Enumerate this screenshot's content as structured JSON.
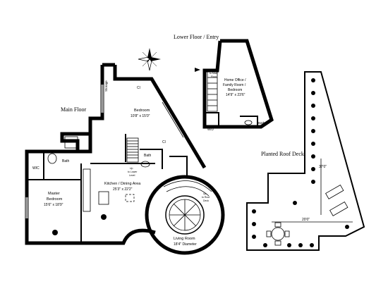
{
  "titles": {
    "main_floor": "Main Floor",
    "lower_floor": "Lower Floor / Entry",
    "roof_deck": "Planted Roof Deck"
  },
  "rooms": {
    "storage": "Storage",
    "cl_top": "Cl",
    "cl_mid": "Cl",
    "bedroom_name": "Bedroom",
    "bedroom_dims": "10'8\" x 15'0\"",
    "bath_main": "Bath",
    "bath_master": "Bath",
    "wic": "WIC",
    "master_name": "Master",
    "master_name2": "Bedroom",
    "master_dims": "15'6\" x 18'9\"",
    "kitchen_name": "Kitchen / Dining Area",
    "kitchen_dims": "25'3\" x 22'2\"",
    "up_lower": "Up",
    "up_lower2": "to Lower",
    "up_lower3": "Level",
    "up_roof": "Up",
    "up_roof2": "to Roof",
    "up_roof3": "Deck",
    "living_name": "Living Room",
    "living_dims": "18'4\" Diameter",
    "lower_up1": "Up",
    "lower_up2": "to Main",
    "lower_up3": "Floor",
    "office_name1": "Home Office /",
    "office_name2": "Family Room /",
    "office_name3": "Bedroom",
    "office_dims": "14'9\" x 23'6\"",
    "wd": "W/D",
    "bath_lower": "Bath",
    "deck_dim_v": "37'0\"",
    "deck_dim_h": "20'0\""
  }
}
